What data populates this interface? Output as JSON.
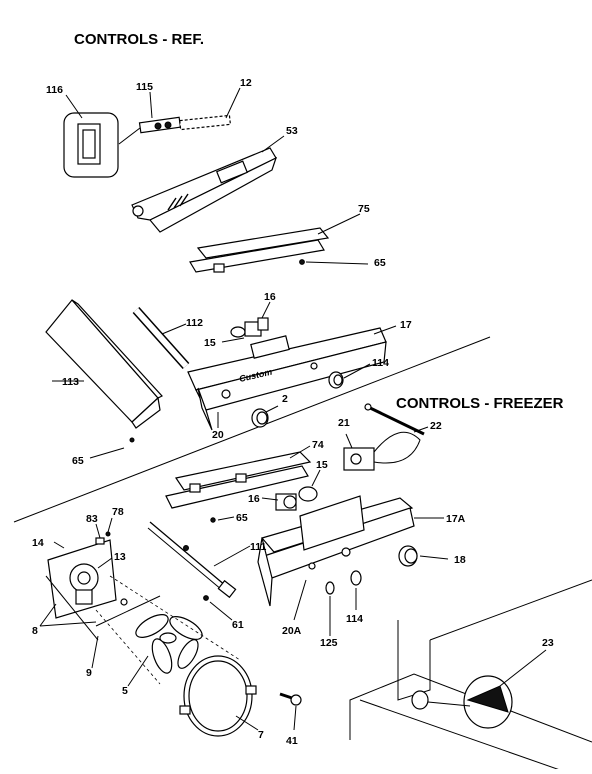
{
  "titles": {
    "ref": "CONTROLS - REF.",
    "freezer": "CONTROLS - FREEZER"
  },
  "brand_text": "Custom",
  "callouts": {
    "c116": "116",
    "c115": "115",
    "c12": "12",
    "c53": "53",
    "c75": "75",
    "c65a": "65",
    "c16a": "16",
    "c112": "112",
    "c17": "17",
    "c15a": "15",
    "c114a": "114",
    "c113": "113",
    "c2": "2",
    "c20": "20",
    "c65b": "65",
    "c21": "21",
    "c22": "22",
    "c74": "74",
    "c15b": "15",
    "c16b": "16",
    "c65c": "65",
    "c17a": "17A",
    "c14": "14",
    "c83": "83",
    "c78": "78",
    "c13": "13",
    "c111": "111",
    "c18": "18",
    "c8": "8",
    "c61": "61",
    "c20a": "20A",
    "c114b": "114",
    "c9": "9",
    "c125": "125",
    "c5": "5",
    "c23": "23",
    "c7": "7",
    "c41": "41"
  }
}
